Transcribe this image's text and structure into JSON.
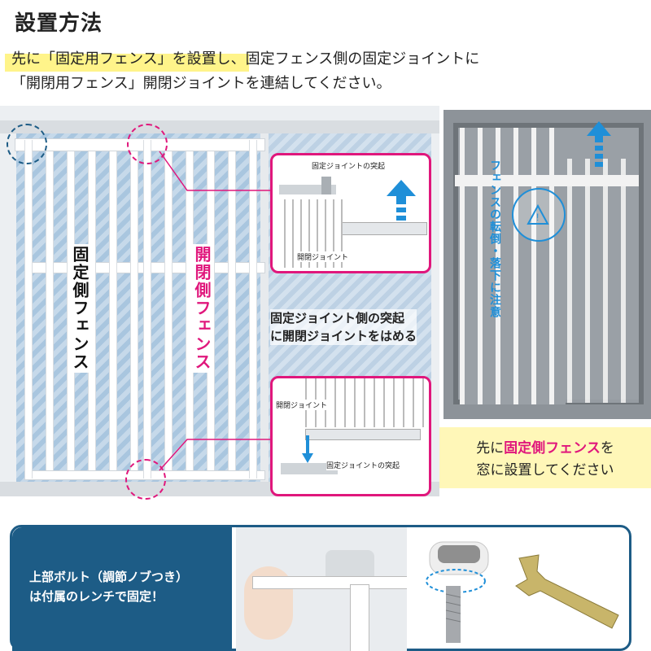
{
  "title": "設置方法",
  "intro": {
    "line1": "先に「固定用フェンス」を設置し、固定フェンス側の固定ジョイントに",
    "line2": "「開閉用フェンス」開閉ジョイントを連結してください。"
  },
  "labels": {
    "fixed_fence": "固定側フェンス",
    "open_fence": "開閉側フェンス",
    "top_callout_title": "固定ジョイントの突起",
    "top_callout_joint": "開閉ジョイント",
    "bottom_callout_joint": "開閉ジョイント",
    "bottom_callout_title": "固定ジョイントの突起",
    "instruction": "固定ジョイント側の突起\nに開閉ジョイントをはめる",
    "warning": "フェンスの転倒・落下に注意"
  },
  "note": {
    "pre": "先に",
    "emphasis": "固定側フェンス",
    "post1": "を",
    "line2": "窓に設置してください"
  },
  "bottom": {
    "text": "上部ボルト（調節ノブつき）\nは付属のレンチで固定！"
  },
  "colors": {
    "accent_pink": "#e0177c",
    "accent_blue": "#1d5c86",
    "warning_blue": "#1f8fd8",
    "highlight_yellow": "#fff48a"
  },
  "icons": [
    "up-arrow-icon",
    "down-arrow-icon",
    "warning-icon",
    "wrench-icon",
    "bolt-knob-icon"
  ]
}
